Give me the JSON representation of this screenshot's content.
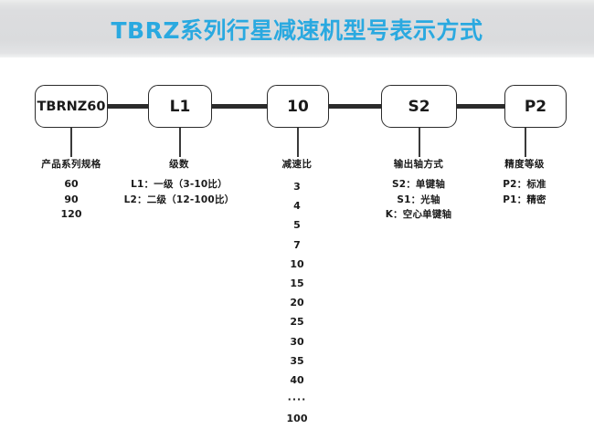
{
  "header": {
    "title": "TBRZ系列行星减速机型号表示方式",
    "title_color": "#2aa9e0",
    "banner_color": "#dcdddf"
  },
  "diagram": {
    "type": "model-code-breakdown",
    "nodes": [
      {
        "id": "series",
        "label": "TBRNZ60"
      },
      {
        "id": "stage",
        "label": "L1"
      },
      {
        "id": "ratio",
        "label": "10"
      },
      {
        "id": "shaft",
        "label": "S2"
      },
      {
        "id": "precision",
        "label": "P2"
      }
    ],
    "columns": [
      {
        "id": "series",
        "title": "产品系列规格",
        "items": [
          "60",
          "90",
          "120"
        ]
      },
      {
        "id": "stage",
        "title": "级数",
        "items": [
          "L1：一级（3-10比）",
          "L2：二级（12-100比）"
        ]
      },
      {
        "id": "ratio",
        "title": "减速比",
        "items": [
          "3",
          "4",
          "5",
          "7",
          "10",
          "15",
          "20",
          "25",
          "30",
          "35",
          "40",
          "····",
          "100"
        ]
      },
      {
        "id": "shaft",
        "title": "输出轴方式",
        "items": [
          "S2：单键轴",
          "S1：光轴",
          "K：空心单键轴"
        ]
      },
      {
        "id": "precision",
        "title": "精度等级",
        "items": [
          "P2：标准",
          "P1：精密"
        ]
      }
    ]
  }
}
